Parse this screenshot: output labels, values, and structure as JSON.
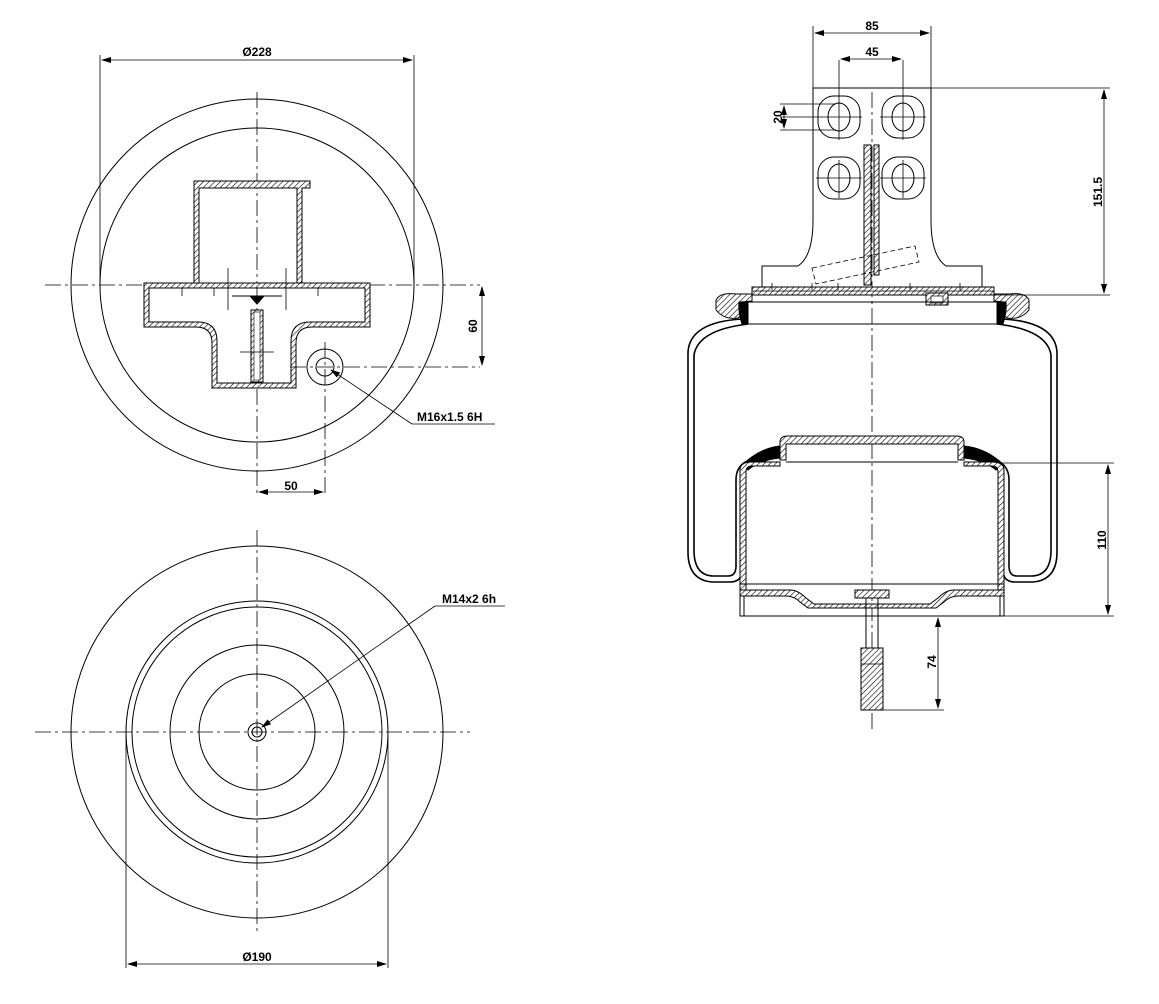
{
  "dimensions": {
    "top_view_diameter": "Ø228",
    "offset_vertical": "60",
    "offset_horizontal": "50",
    "top_thread": "M16x1.5 6H",
    "bottom_thread": "M14x2 6h",
    "bottom_view_diameter": "Ø190",
    "bracket_width": "85",
    "hole_spacing": "45",
    "hole_size": "20",
    "bracket_height": "151.5",
    "piston_height": "110",
    "stud_length": "74"
  },
  "colors": {
    "line": "#000000",
    "background": "#ffffff"
  }
}
